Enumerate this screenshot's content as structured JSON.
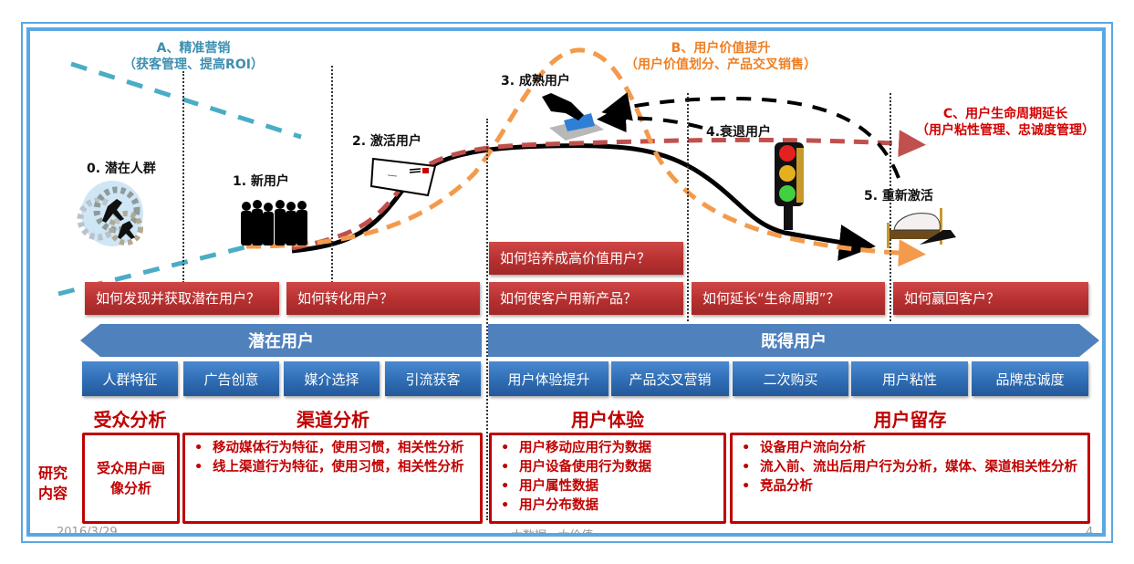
{
  "sections": {
    "a": {
      "title": "A、精准营销",
      "subtitle": "（获客管理、提高ROI）",
      "color": "#3d8fb0"
    },
    "b": {
      "title": "B、用户价值提升",
      "subtitle": "（用户价值划分、产品交叉销售）",
      "color": "#ef7f22"
    },
    "c": {
      "title": "C、用户生命周期延长",
      "subtitle": "（用户粘性管理、忠诚度管理）",
      "color": "#d40000"
    }
  },
  "stages": [
    {
      "label": "0. 潜在人群",
      "icon": "gears-businessmen-icon"
    },
    {
      "label": "1. 新用户",
      "icon": "crowd-silhouette-icon"
    },
    {
      "label": "2. 激活用户",
      "icon": "envelope-icon"
    },
    {
      "label": "3. 成熟用户",
      "icon": "credit-card-swipe-icon"
    },
    {
      "label": "4.衰退用户",
      "icon": "traffic-light-icon"
    },
    {
      "label": "5. 重新激活",
      "icon": "bed-icon"
    }
  ],
  "questions": [
    "如何发现并获取潜在用户？",
    "如何转化用户？",
    "如何培养成高价值用户？",
    "如何使客户用新产品？",
    "如何延长“生命周期”？",
    "如何赢回客户？"
  ],
  "bands": {
    "potential": "潜在用户",
    "existing": "既得用户"
  },
  "buttons": {
    "potential": [
      "人群特征",
      "广告创意",
      "媒介选择",
      "引流获客"
    ],
    "existing": [
      "用户体验提升",
      "产品交叉营销",
      "二次购买",
      "用户粘性",
      "品牌忠诚度"
    ]
  },
  "research": {
    "side_label": "研究内容",
    "categories": [
      {
        "title": "受众分析",
        "items": [
          "受众用户画像分析"
        ],
        "bulleted": false
      },
      {
        "title": "渠道分析",
        "items": [
          "移动媒体行为特征，使用习惯，相关性分析",
          "线上渠道行为特征，使用习惯，相关性分析"
        ],
        "bulleted": true
      },
      {
        "title": "用户体验",
        "items": [
          "用户移动应用行为数据",
          "用户设备使用行为数据",
          "用户属性数据",
          "用户分布数据"
        ],
        "bulleted": true
      },
      {
        "title": "用户留存",
        "items": [
          "设备用户流向分析",
          "流入前、流出后用户行为分析，媒体、渠道相关性分析",
          "竞品分析"
        ],
        "bulleted": true
      }
    ]
  },
  "footer": {
    "date": "2016/3/29",
    "center": "大数据 · 大价值",
    "page": "4"
  },
  "colors": {
    "frame": "#5aa8e2",
    "question_red": "#b52f2f",
    "band_blue": "#4f81bd",
    "button_blue": "#2f6db4",
    "research_red": "#c00000",
    "curve_black": "#000000",
    "curve_orange": "#f39a4c",
    "curve_brownred": "#c0504d",
    "curve_teal": "#4bacc6"
  }
}
